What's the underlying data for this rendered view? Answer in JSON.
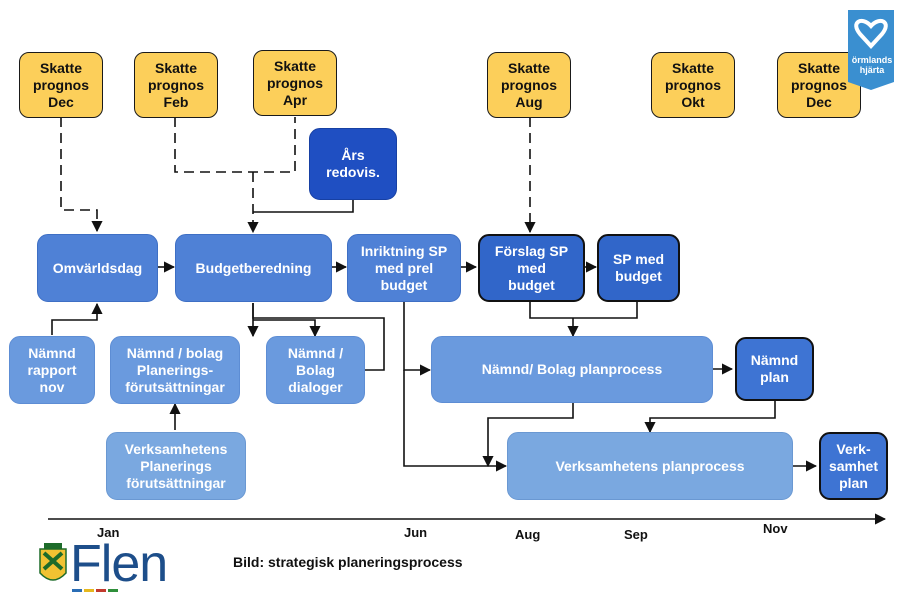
{
  "forecasts": [
    {
      "label": "Skatte\nprognos\nDec"
    },
    {
      "label": "Skatte\nprognos\nFeb"
    },
    {
      "label": "Skatte\nprognos\nApr"
    },
    {
      "label": "Skatte\nprognos\nAug"
    },
    {
      "label": "Skatte\nprognos\nOkt"
    },
    {
      "label": "Skatte\nprognos\nDec"
    }
  ],
  "process": {
    "ars_redovis": "Års\nredovis.",
    "omvarldsdag": "Omvärldsdag",
    "budgetberedning": "Budgetberedning",
    "inriktning": "Inriktning SP\nmed prel\nbudget",
    "forslag": "Förslag SP\nmed\nbudget",
    "sp_med_budget": "SP med\nbudget",
    "namnd_rapport": "Nämnd\nrapport\nnov",
    "namnd_bolag_planering": "Nämnd / bolag\nPlanerings-\nförutsättningar",
    "namnd_bolag_dialoger": "Nämnd /\nBolag\ndialoger",
    "verksamhetens_planering": "Verksamhetens\nPlanerings\nförutsättningar",
    "namnd_bolag_planprocess": "Nämnd/ Bolag planprocess",
    "namnd_plan": "Nämnd\nplan",
    "verksamhetens_planprocess": "Verksamhetens planprocess",
    "verksamhet_plan": "Verk-\nsamhet\nplan"
  },
  "timeline": {
    "months": [
      "Jan",
      "Jun",
      "Aug",
      "Sep",
      "Nov"
    ]
  },
  "caption": "Bild: strategisk planeringsprocess",
  "logo": {
    "text": "Flen",
    "icon": "flen-coat-of-arms-icon"
  },
  "badge": {
    "text": "örmlands\nhjärta",
    "icon": "heart-badge-icon"
  },
  "colors": {
    "forecast": "#fccf5a",
    "process_blue": "#4f81d6",
    "dark_blue": "#1f4fc2",
    "light_blue": "#6a9ade",
    "logo_blue": "#1d4e8a"
  }
}
